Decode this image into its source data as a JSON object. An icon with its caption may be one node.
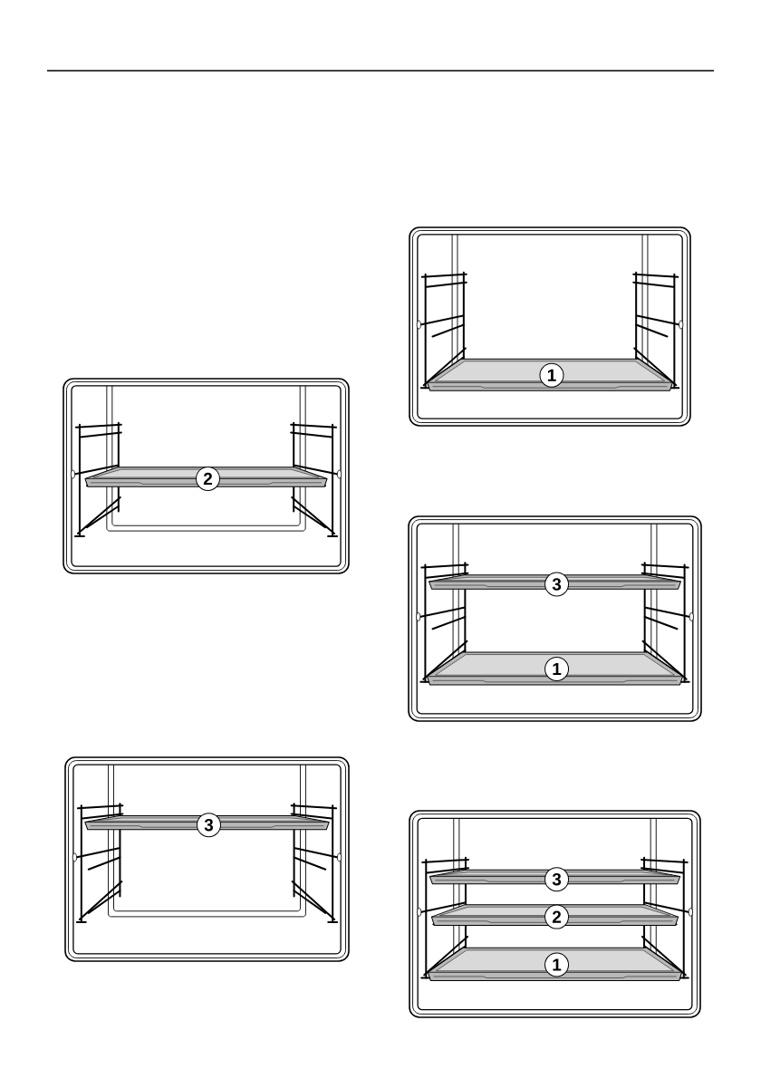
{
  "diagram": {
    "nodes": [
      {
        "text": [
          "2"
        ]
      },
      {
        "text": [
          "3"
        ]
      },
      {
        "text": [
          "1"
        ]
      },
      {
        "text": [
          "3"
        ]
      },
      {
        "text": [
          "1"
        ]
      },
      {
        "text": [
          "3"
        ]
      },
      {
        "text": [
          "2"
        ]
      },
      {
        "text": [
          "1"
        ]
      }
    ]
  }
}
